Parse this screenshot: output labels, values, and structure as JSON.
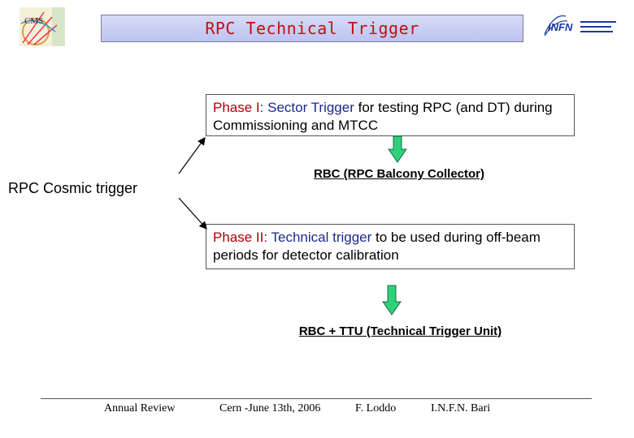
{
  "header": {
    "title": "RPC Technical Trigger"
  },
  "phase1": {
    "label": "Phase I",
    "sep": ": ",
    "highlight": "Sector Trigger",
    "rest": " for testing RPC (and DT) during Commissioning and MTCC"
  },
  "cosmic_trigger": "RPC Cosmic trigger",
  "rbc_label": "RBC (RPC Balcony Collector)",
  "phase2": {
    "label": "Phase II",
    "sep": ": ",
    "highlight": "Technical trigger",
    "rest": " to be used  during off-beam periods for detector calibration"
  },
  "rbc_ttu_label": "RBC + TTU (Technical Trigger Unit)",
  "footer": {
    "event": "Annual Review",
    "date": "Cern -June 13th, 2006",
    "author": "F. Loddo",
    "institute": "I.N.F.N. Bari"
  },
  "logos": {
    "left": "CMS",
    "right": "INFN"
  },
  "colors": {
    "title": "#c01010",
    "phase_label": "#b00000",
    "phase_text": "#1a2a8a",
    "arrow_fill": "#2fd07a"
  }
}
